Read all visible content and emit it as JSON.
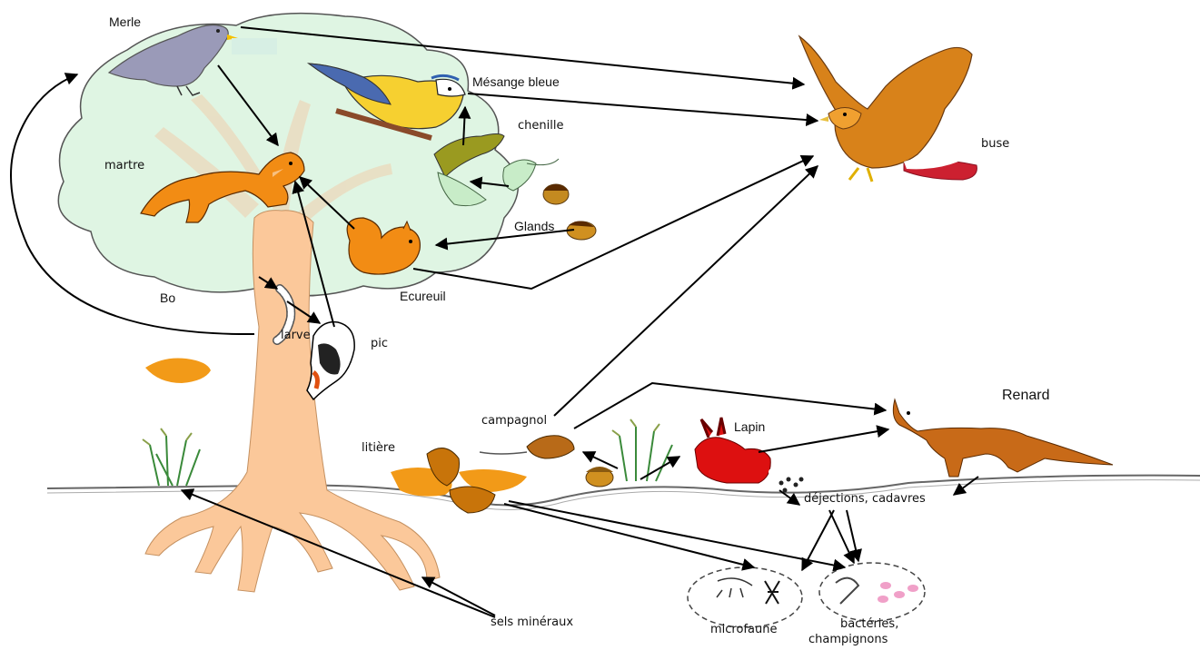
{
  "labels": {
    "merle": "Merle",
    "mesange": "Mésange bleue",
    "chenille": "chenille",
    "buse": "buse",
    "martre": "martre",
    "glands": "Glands",
    "ecureuil": "Ecureuil",
    "bois": "Bo",
    "larve": "larve",
    "pic": "pic",
    "renard": "Renard",
    "campagnol": "campagnol",
    "lapin": "Lapin",
    "litiere": "litière",
    "dejections": "déjections, cadavres",
    "sels": "sels minéraux",
    "microfaune": "microfaune",
    "bacteries_1": "bactéries,",
    "bacteries_2": "champignons"
  },
  "colors": {
    "canopy": "#dff5e3",
    "trunk": "#fbc89a",
    "animal_orange": "#f08a10",
    "buse": "#d87c10",
    "renard": "#c86a18",
    "lapin": "#dd1010",
    "merle": "#9a9ab8",
    "arrow": "#000000"
  },
  "icons": [
    "merle-icon",
    "mesange-icon",
    "buse-icon",
    "martre-icon",
    "chenille-icon",
    "glands-icon",
    "ecureuil-icon",
    "larve-icon",
    "pic-icon",
    "renard-icon",
    "campagnol-icon",
    "lapin-icon",
    "litiere-icon",
    "herbe-icon",
    "microfaune-icon",
    "bacteries-icon",
    "dejections-icon"
  ]
}
